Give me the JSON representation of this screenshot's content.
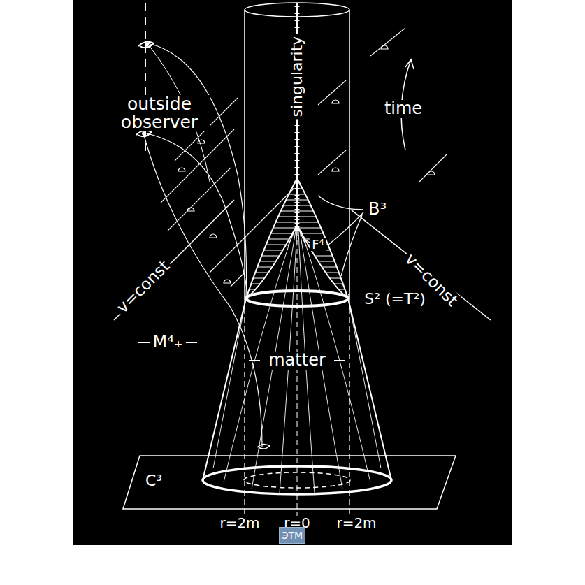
{
  "diagram": {
    "labels": [
      "outside observer",
      "singularity",
      "time",
      "B³",
      "F⁴",
      "S² (=T²)",
      "v=const",
      "v=const",
      "M⁴₊",
      "matter",
      "C³",
      "r=2m",
      "r=0",
      "r=2m",
      "ЭТМ"
    ]
  }
}
